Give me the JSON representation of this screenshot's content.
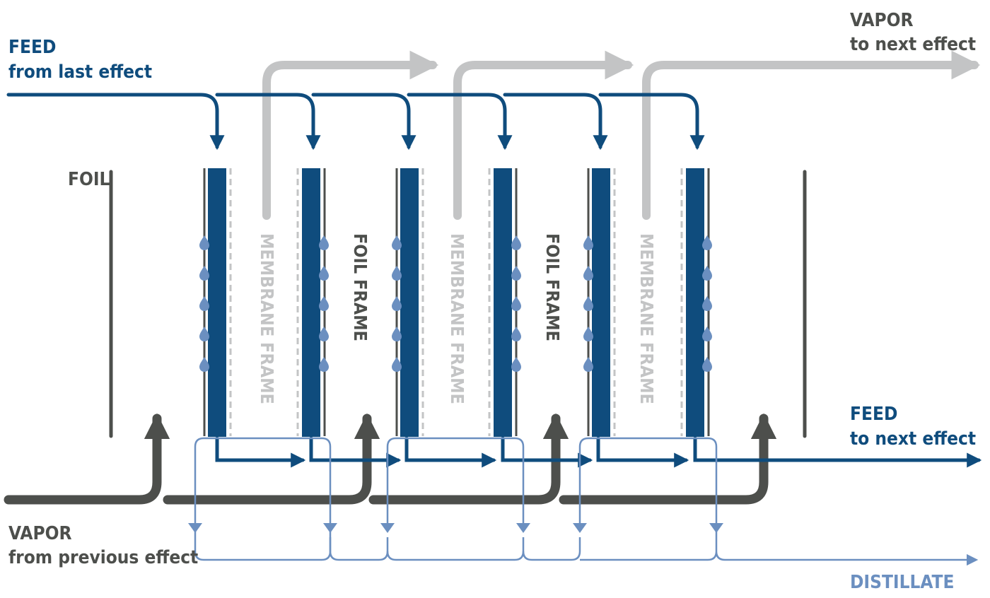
{
  "labels": {
    "feed_in_title": "FEED",
    "feed_in_sub": "from last effect",
    "vapor_out_title": "VAPOR",
    "vapor_out_sub": "to next effect",
    "foil": "FOIL",
    "feed_out_title": "FEED",
    "feed_out_sub": "to next effect",
    "vapor_in_title": "VAPOR",
    "vapor_in_sub": "from previous effect",
    "distillate": "DISTILLATE",
    "membrane_frame": "MEMBRANE FRAME",
    "foil_frame": "FOIL FRAME"
  },
  "colors": {
    "feed": "#0f4c7d",
    "vapor_in": "#4d4f4c",
    "vapor_out": "#c3c4c5",
    "distillate": "#6b8fc0",
    "foil": "#4d4f4c",
    "membrane": "#c3c4c5"
  }
}
